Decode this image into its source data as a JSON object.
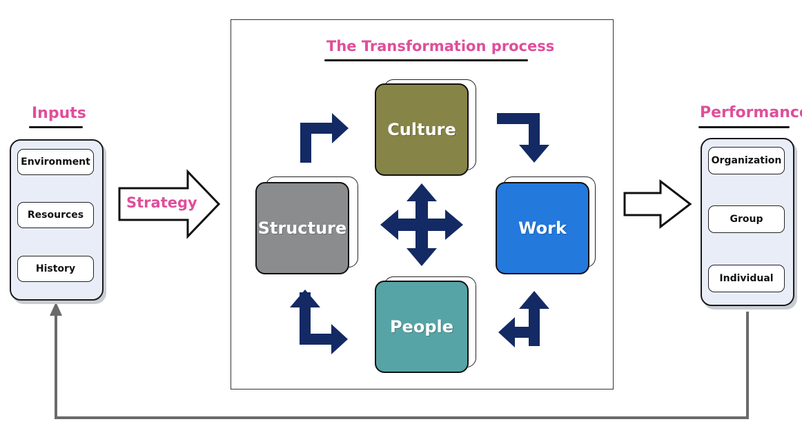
{
  "inputs": {
    "title": "Inputs",
    "items": [
      "Environment",
      "Resources",
      "History"
    ]
  },
  "strategy_label": "Strategy",
  "process": {
    "title": "The Transformation process",
    "culture": "Culture",
    "structure": "Structure",
    "work": "Work",
    "people": "People"
  },
  "performance": {
    "title": "Performance",
    "items": [
      "Organization",
      "Group",
      "Individual"
    ]
  },
  "colors": {
    "title_pink": "#e04e9b",
    "culture": "#878447",
    "structure": "#8b8c8e",
    "work": "#2379dc",
    "people": "#56a4a6",
    "arrow_navy": "#142a64",
    "feedback_gray": "#6a6a6a"
  }
}
